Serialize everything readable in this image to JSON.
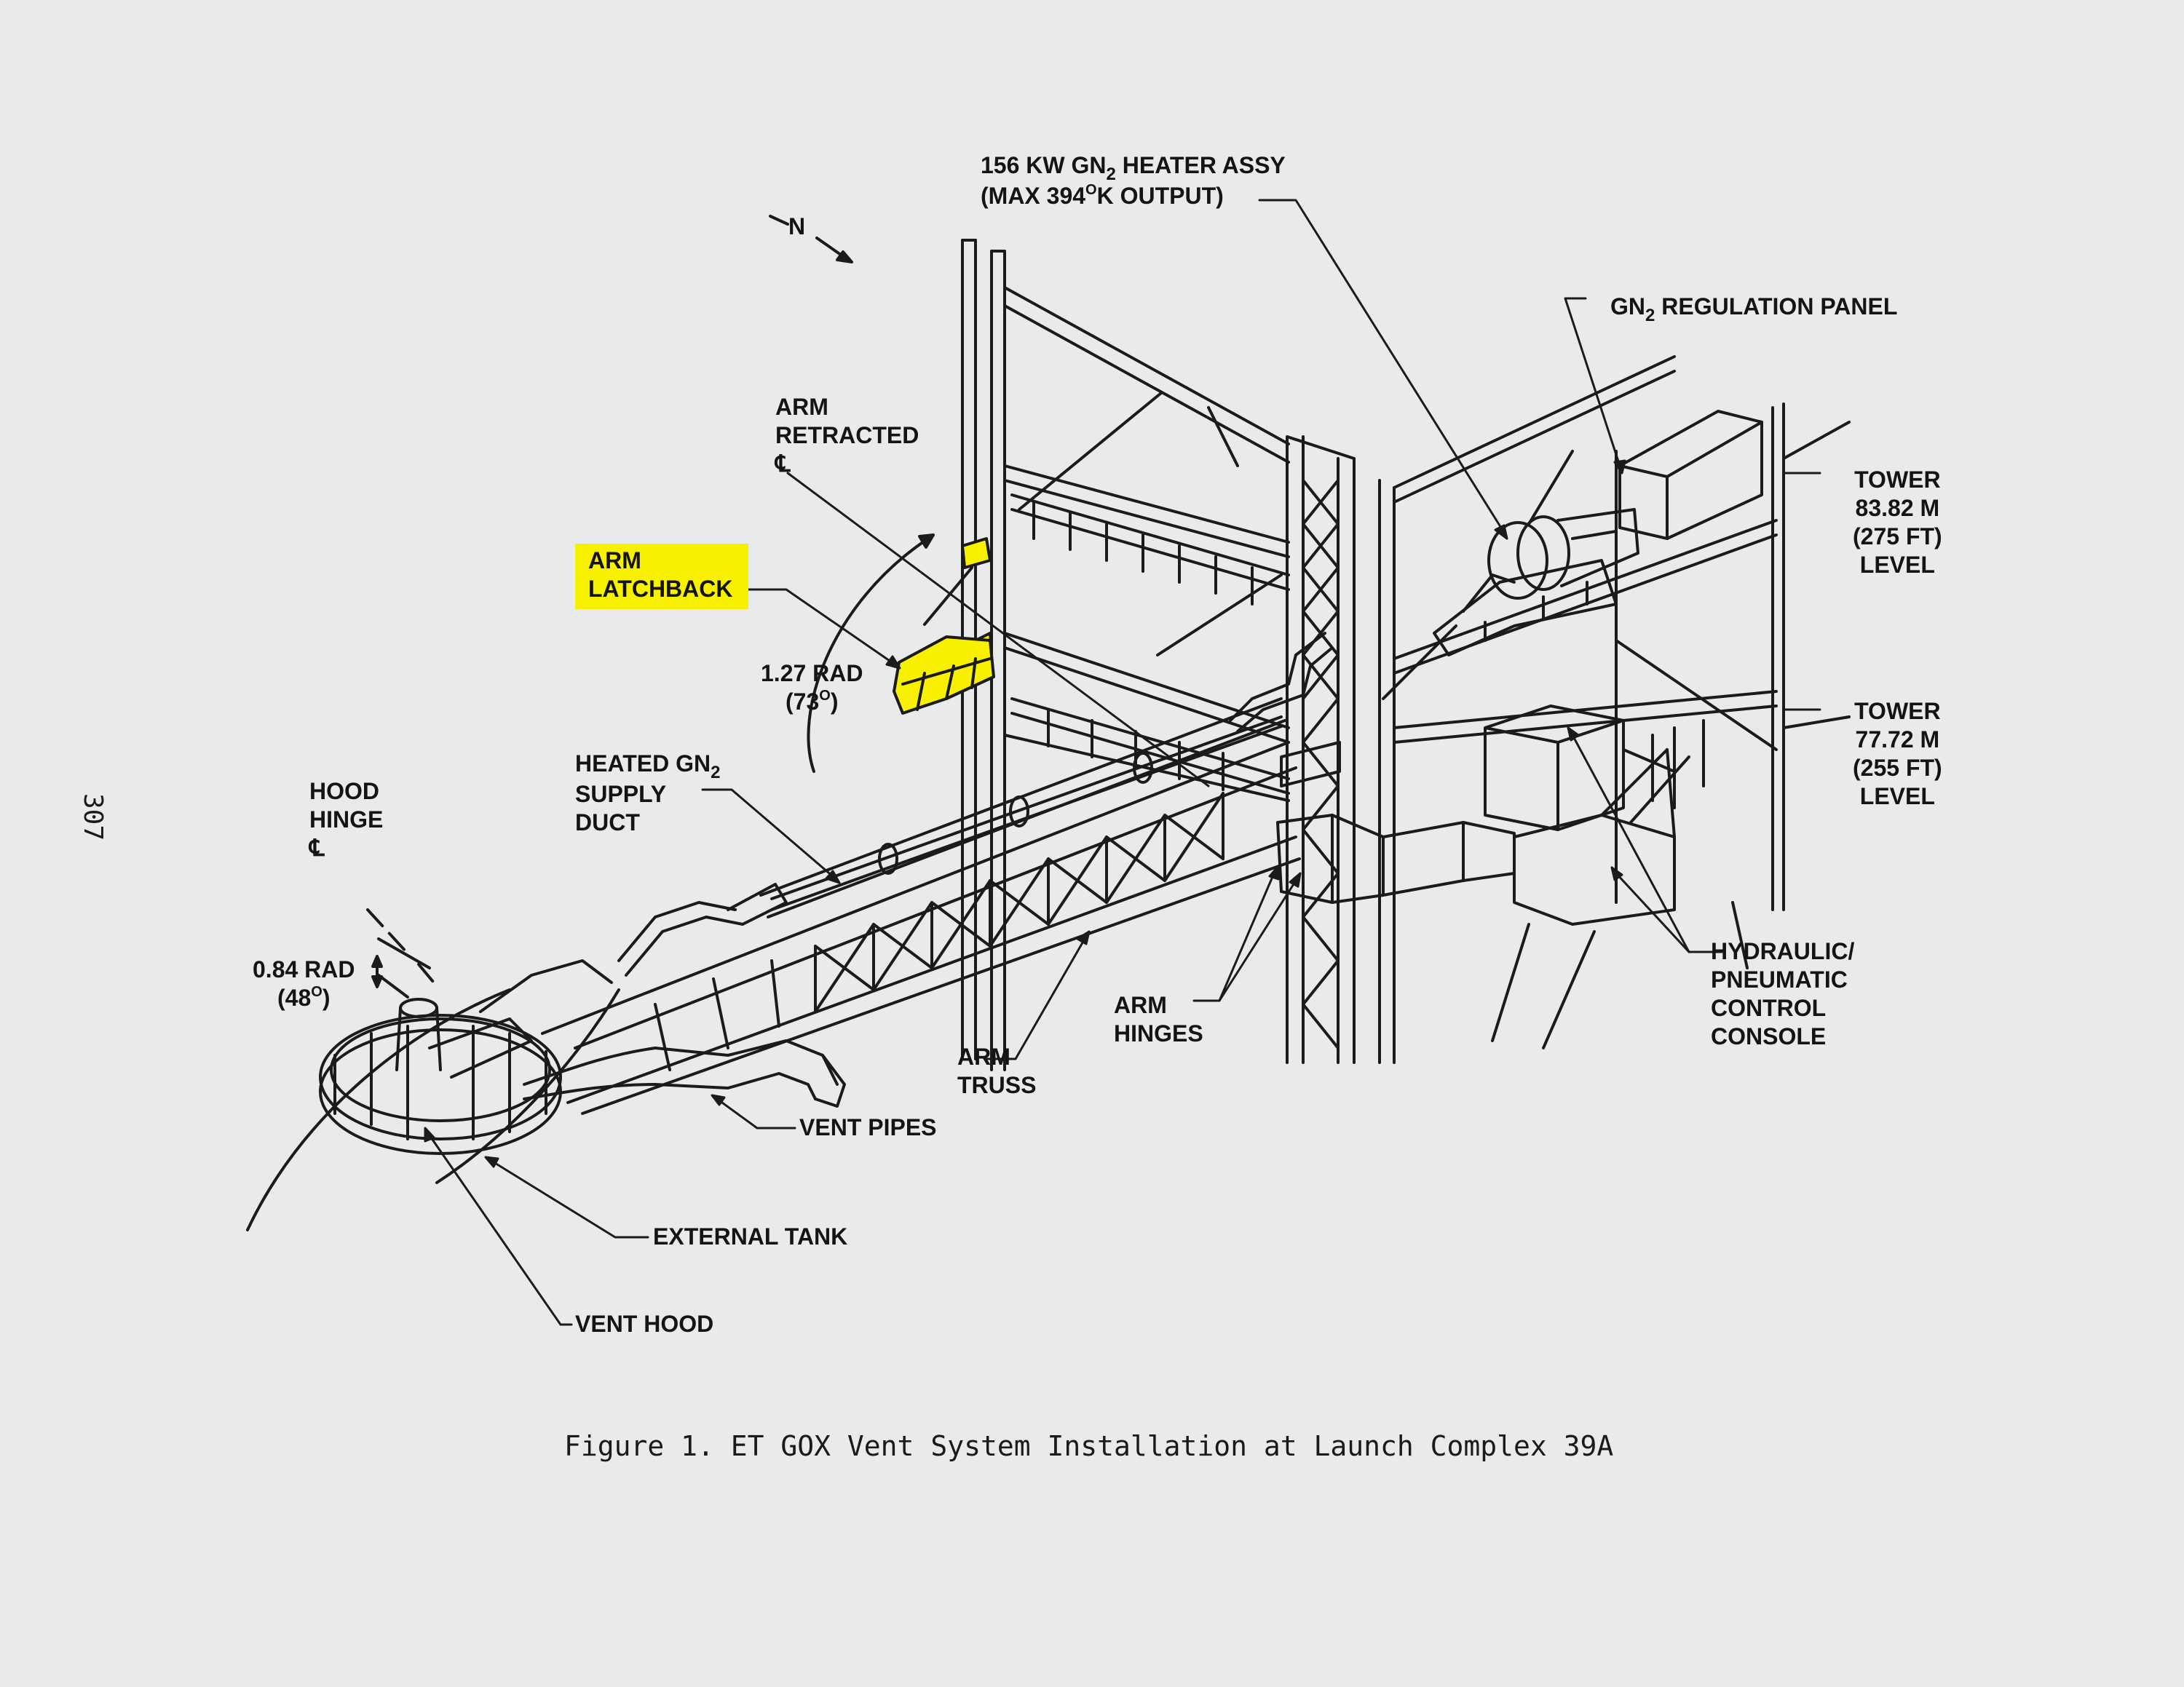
{
  "figure": {
    "caption": "Figure 1.  ET GOX Vent System Installation at Launch Complex 39A",
    "page_number": "307",
    "north_label": "N"
  },
  "labels": {
    "heater_assy": {
      "line1_a": "156 KW GN",
      "line1_sub": "2",
      "line1_b": " HEATER ASSY",
      "line2_a": "(MAX 394",
      "line2_sup": "O",
      "line2_b": "K OUTPUT)"
    },
    "regulation_panel": {
      "a": "GN",
      "sub": "2",
      "b": " REGULATION PANEL"
    },
    "arm_retracted": {
      "line1": "ARM",
      "line2": "RETRACTED",
      "line3": "℄"
    },
    "arm_latchback": {
      "line1": "ARM",
      "line2": "LATCHBACK"
    },
    "swing_angle": {
      "line1": "1.27 RAD",
      "line2_a": "(73",
      "line2_sup": "O",
      "line2_b": ")"
    },
    "heated_duct": {
      "line1_a": "HEATED GN",
      "line1_sub": "2",
      "line2": "SUPPLY",
      "line3": "DUCT"
    },
    "hood_hinge": {
      "line1": "HOOD",
      "line2": "HINGE",
      "line3": "℄"
    },
    "hood_angle": {
      "line1": "0.84 RAD",
      "line2_a": "(48",
      "line2_sup": "O",
      "line2_b": ")"
    },
    "tower_upper": {
      "line1": "TOWER",
      "line2": "83.82 M",
      "line3": "(275 FT)",
      "line4": "LEVEL"
    },
    "tower_lower": {
      "line1": "TOWER",
      "line2": "77.72 M",
      "line3": "(255 FT)",
      "line4": "LEVEL"
    },
    "control_console": {
      "line1": "HYDRAULIC/",
      "line2": "PNEUMATIC",
      "line3": "CONTROL",
      "line4": "CONSOLE"
    },
    "arm_hinges": {
      "line1": "ARM",
      "line2": "HINGES"
    },
    "arm_truss": {
      "line1": "ARM",
      "line2": "TRUSS"
    },
    "vent_pipes": "VENT PIPES",
    "external_tank": "EXTERNAL TANK",
    "vent_hood": "VENT HOOD"
  },
  "colors": {
    "highlight": "#f7f100",
    "ink": "#141414",
    "paper": "#e9eaec"
  }
}
